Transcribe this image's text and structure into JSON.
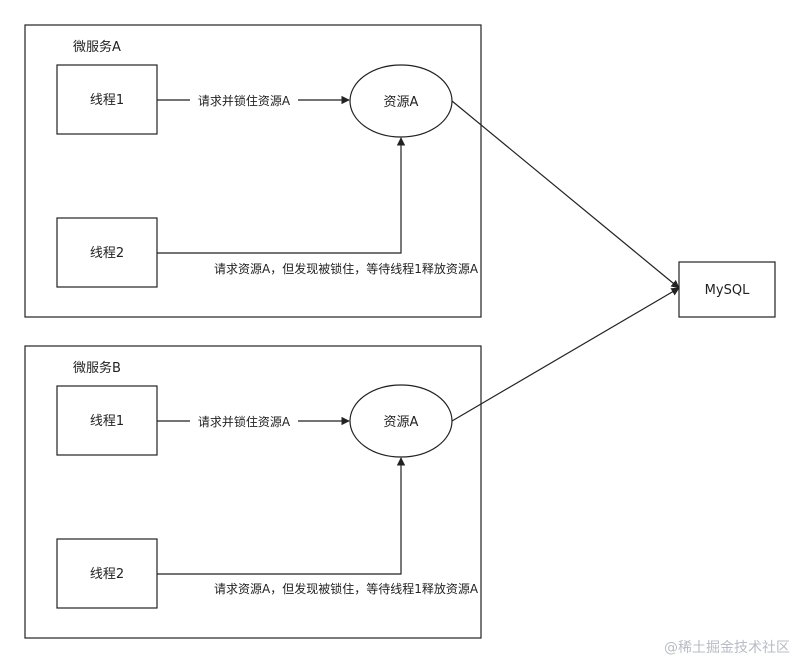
{
  "diagram": {
    "service_a": {
      "title": "微服务A",
      "thread1": "线程1",
      "thread2": "线程2",
      "resource": "资源A",
      "edge_lock": "请求并锁住资源A",
      "edge_wait": "请求资源A，但发现被锁住，等待线程1释放资源A"
    },
    "service_b": {
      "title": "微服务B",
      "thread1": "线程1",
      "thread2": "线程2",
      "resource": "资源A",
      "edge_lock": "请求并锁住资源A",
      "edge_wait": "请求资源A，但发现被锁住，等待线程1释放资源A"
    },
    "database": "MySQL"
  },
  "watermark": "@稀土掘金技术社区",
  "colors": {
    "stroke": "#222222",
    "background": "#ffffff",
    "watermark": "#b8bcc4"
  }
}
